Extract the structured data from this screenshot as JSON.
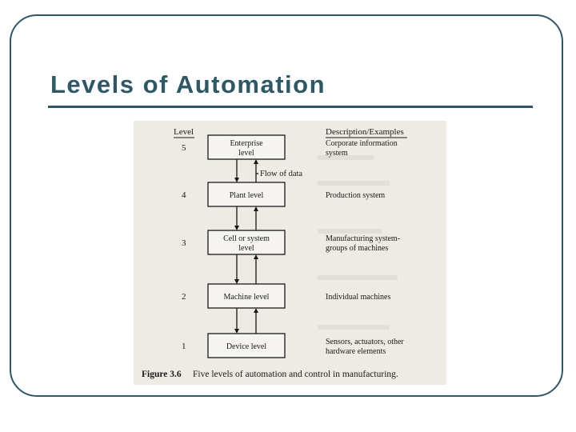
{
  "slide": {
    "title": "Levels of Automation",
    "title_color": "#2f5866"
  },
  "figure": {
    "level_header": "Level",
    "description_header": "Description/Examples",
    "levels": [
      {
        "number": "5",
        "box": [
          "Enterprise",
          "level"
        ],
        "description": [
          "Corporate information",
          "system"
        ]
      },
      {
        "number": "4",
        "box": [
          "Plant level"
        ],
        "description": [
          "Production system"
        ]
      },
      {
        "number": "3",
        "box": [
          "Cell or system",
          "level"
        ],
        "description": [
          "Manufacturing system-",
          "groups of machines"
        ]
      },
      {
        "number": "2",
        "box": [
          "Machine level"
        ],
        "description": [
          "Individual machines"
        ]
      },
      {
        "number": "1",
        "box": [
          "Device level"
        ],
        "description": [
          "Sensors, actuators, other",
          "hardware elements"
        ]
      }
    ],
    "flow_label": "Flow of data",
    "caption_label": "Figure 3.6",
    "caption_text": "Five levels of automation and control in manufacturing."
  }
}
